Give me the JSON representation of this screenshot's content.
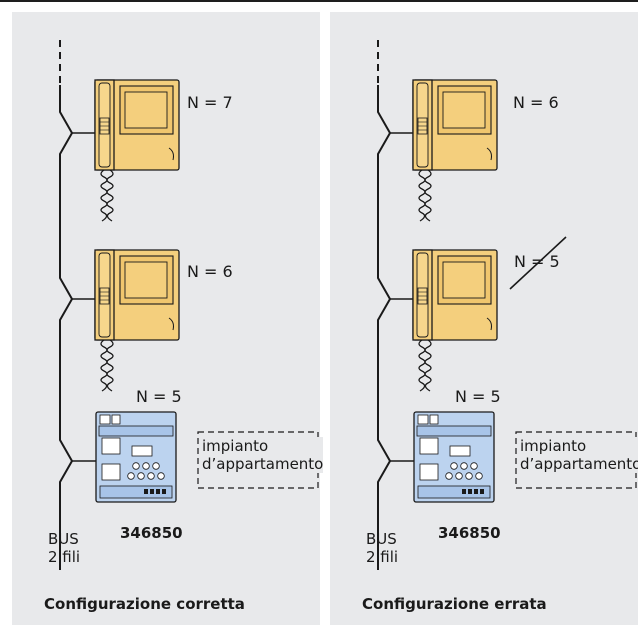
{
  "panels": [
    {
      "caption": "Configurazione corretta",
      "bus_label": "BUS\n2 fili",
      "device_code": "346850",
      "system_label": "impianto\nd’appartamento",
      "intercom_top": "N = 7",
      "intercom_mid": "N = 6",
      "interface": "N = 5"
    },
    {
      "caption": "Configurazione errata",
      "bus_label": "BUS\n2 fili",
      "device_code": "346850",
      "system_label": "impianto\nd’appartamento",
      "intercom_top": "N = 6",
      "intercom_mid": "N = 5",
      "interface": "N = 5"
    }
  ],
  "colors": {
    "panel_bg": "#e8e9eb",
    "intercom": "#f4cf7d",
    "interface": "#bcd3ef",
    "line": "#1a1a1a"
  }
}
